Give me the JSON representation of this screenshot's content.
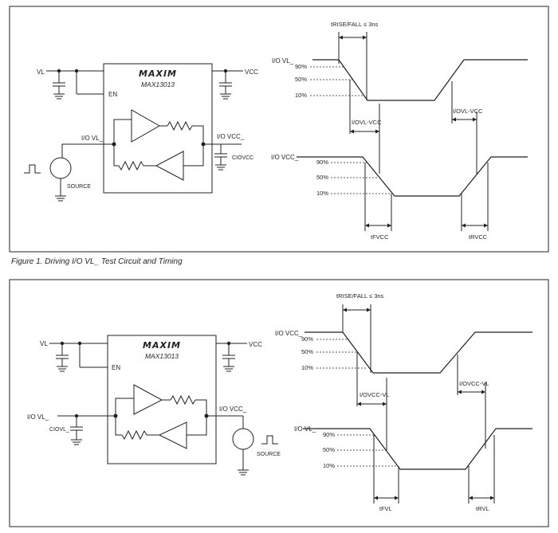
{
  "brand_logo": "MAXIM",
  "part_number": "MAX13013",
  "figure1": {
    "caption": "Figure 1. Driving I/O VL_ Test Circuit and Timing",
    "pins": {
      "vl": "VL",
      "vcc": "VCC",
      "en": "EN",
      "io_vl": "I/O VL_",
      "io_vcc": "I/O VCC_",
      "cap": "CIOVCC"
    },
    "source_label": "SOURCE",
    "timing": {
      "rise_fall_spec": "tRISE/FALL ≤ 3ns",
      "input_signal": "I/O VL_",
      "output_signal": "I/O VCC_",
      "levels": [
        "90%",
        "50%",
        "10%"
      ],
      "delay_fall_label": "I/OVL-VCC",
      "delay_rise_label": "I/OVL-VCC",
      "fall_time_label": "tFVCC",
      "rise_time_label": "tRVCC"
    }
  },
  "figure2": {
    "pins": {
      "vl": "VL",
      "vcc": "VCC",
      "en": "EN",
      "io_vl": "I/O VL_",
      "io_vcc": "I/O VCC_",
      "cap": "CIOVL_"
    },
    "source_label": "SOURCE",
    "timing": {
      "rise_fall_spec": "tRISE/FALL ≤ 3ns",
      "input_signal": "I/O VCC_",
      "output_signal": "I/O VL_",
      "levels": [
        "90%",
        "50%",
        "10%"
      ],
      "delay_fall_label": "I/OVCC-VL",
      "delay_rise_label": "I/OVCC-VL",
      "fall_time_label": "tFVL",
      "rise_time_label": "tRVL"
    }
  }
}
